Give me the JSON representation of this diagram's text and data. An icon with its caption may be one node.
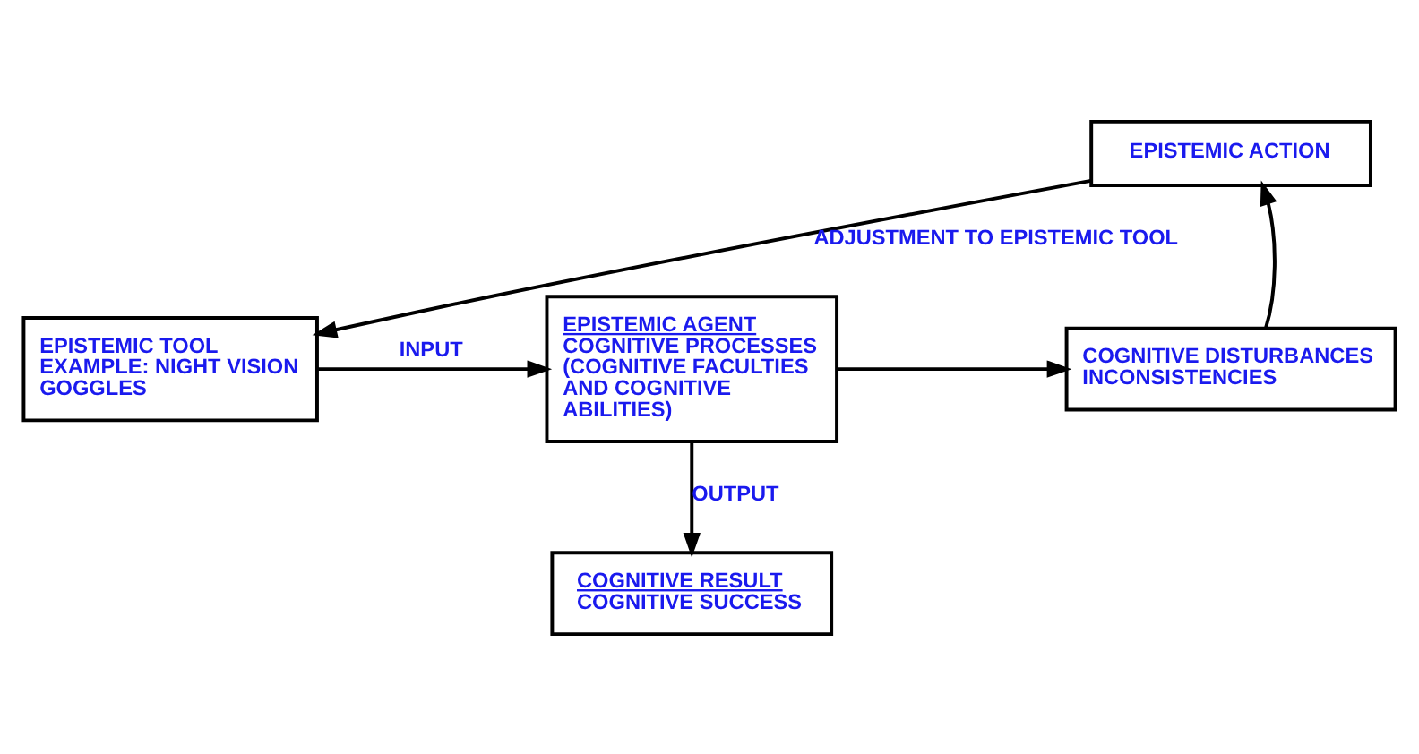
{
  "diagram": {
    "nodes": [
      {
        "text": [
          "EPISTEMIC TOOL EXAMPLE: NIGHT VISION GOGGLES"
        ]
      },
      {
        "text": [
          "EPISTEMIC AGENT",
          "COGNITIVE PROCESSES (COGNITIVE FACULTIES AND COGNITIVE ABILITIES)"
        ]
      },
      {
        "text": [
          "COGNITIVE DISTURBANCES INCONSISTENCIES"
        ]
      },
      {
        "text": [
          "EPISTEMIC ACTION"
        ]
      },
      {
        "text": [
          "COGNITIVE RESULT",
          "COGNITIVE SUCCESS"
        ]
      }
    ],
    "edges": [
      {
        "from": 0,
        "to": 1,
        "arrow": "to",
        "label": "INPUT"
      },
      {
        "from": 1,
        "to": 2,
        "arrow": "to"
      },
      {
        "from": 2,
        "to": 3,
        "arrow": "to"
      },
      {
        "from": 3,
        "to": 0,
        "arrow": "to",
        "label": "ADJUSTMENT TO EPISTEMIC TOOL"
      },
      {
        "from": 1,
        "to": 4,
        "arrow": "to",
        "label": "OUTPUT"
      }
    ]
  }
}
